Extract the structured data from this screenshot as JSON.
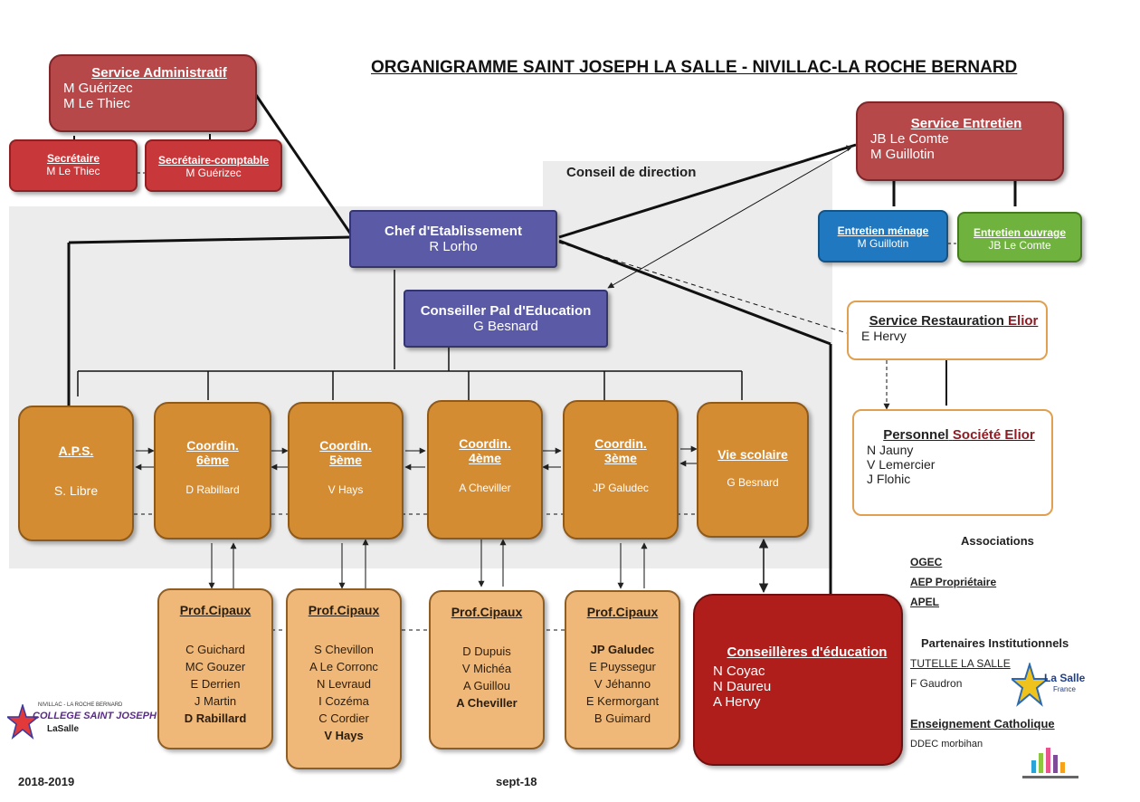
{
  "title": "ORGANIGRAMME SAINT JOSEPH LA SALLE - NIVILLAC-LA ROCHE BERNARD",
  "conseil_label": "Conseil de direction",
  "service_admin": {
    "title": "Service Administratif",
    "lines": [
      "M Guérizec",
      "M Le Thiec"
    ]
  },
  "secretaire": {
    "title": "Secrétaire",
    "name": "M  Le Thiec"
  },
  "secretaire_comptable": {
    "title": "Secrétaire-comptable",
    "name": "M  Guérizec"
  },
  "service_entretien": {
    "title": "Service Entretien",
    "lines": [
      "JB Le Comte",
      "M Guillotin"
    ]
  },
  "entretien_menage": {
    "title": "Entretien ménage",
    "name": "M Guillotin"
  },
  "entretien_ouvrage": {
    "title": "Entretien ouvrage",
    "name": "JB Le Comte"
  },
  "chef": {
    "title": "Chef d'Etablissement",
    "name": "R Lorho"
  },
  "cpe": {
    "title": "Conseiller Pal d'Education",
    "name": "G Besnard"
  },
  "restauration": {
    "title": "Service Restauration",
    "title_brand": "Elior",
    "name": "E Hervy"
  },
  "personnel": {
    "title": "Personnel",
    "title_brand": "Société Elior",
    "lines": [
      "N Jauny",
      "V Lemercier",
      "J Flohic"
    ]
  },
  "aps": {
    "title": "A.P.S.",
    "name": "S. Libre"
  },
  "coord6": {
    "title1": "Coordin.",
    "title2": "6ème",
    "name": "D Rabillard"
  },
  "coord5": {
    "title1": "Coordin.",
    "title2": "5ème",
    "name": "V Hays"
  },
  "coord4": {
    "title1": "Coordin.",
    "title2": "4ème",
    "name": "A Cheviller"
  },
  "coord3": {
    "title1": "Coordin.",
    "title2": "3ème",
    "name": "JP Galudec"
  },
  "vie_scolaire": {
    "title": "Vie scolaire",
    "name": "G Besnard"
  },
  "prof_title": "Prof.Cipaux",
  "prof6": [
    "C Guichard",
    "MC Gouzer",
    "E Derrien",
    "J Martin",
    "D Rabillard"
  ],
  "prof5": [
    "S Chevillon",
    "A Le Corronc",
    "N Levraud",
    "I Cozéma",
    "C Cordier",
    "V Hays"
  ],
  "prof4": [
    "D Dupuis",
    "V Michéa",
    "A Guillou",
    "A Cheviller"
  ],
  "prof3": [
    "JP Galudec",
    "E Puyssegur",
    "V Jéhanno",
    "E Kermorgant",
    "B  Guimard"
  ],
  "conseilleres": {
    "title": "Conseillères d'éducation",
    "lines": [
      "N Coyac",
      "N Daureu",
      "A Hervy"
    ]
  },
  "associations": {
    "title": "Associations",
    "items": [
      "OGEC",
      "AEP Propriétaire",
      "APEL"
    ]
  },
  "partenaires": {
    "title": "Partenaires Institutionnels",
    "tutelle": "TUTELLE LA SALLE",
    "tutelle_name": "F Gaudron",
    "ens": "Enseignement Catholique",
    "ddec": "DDEC morbihan"
  },
  "logo": {
    "line1": "NIVILLAC - LA ROCHE BERNARD",
    "line2": "COLLEGE SAINT JOSEPH",
    "line3": "LaSalle"
  },
  "lasalle_logo": {
    "line1": "La Salle",
    "line2": "France"
  },
  "footer": {
    "year": "2018-2019",
    "date": "sept-18"
  },
  "colors": {
    "admin": "#b6484a",
    "chef": "#5a5aa6",
    "coord": "#d48c33",
    "prof": "#efb879",
    "conseilleres": "#b01e1c",
    "menage": "#1f78c0",
    "ouvrage": "#6fb23d"
  }
}
